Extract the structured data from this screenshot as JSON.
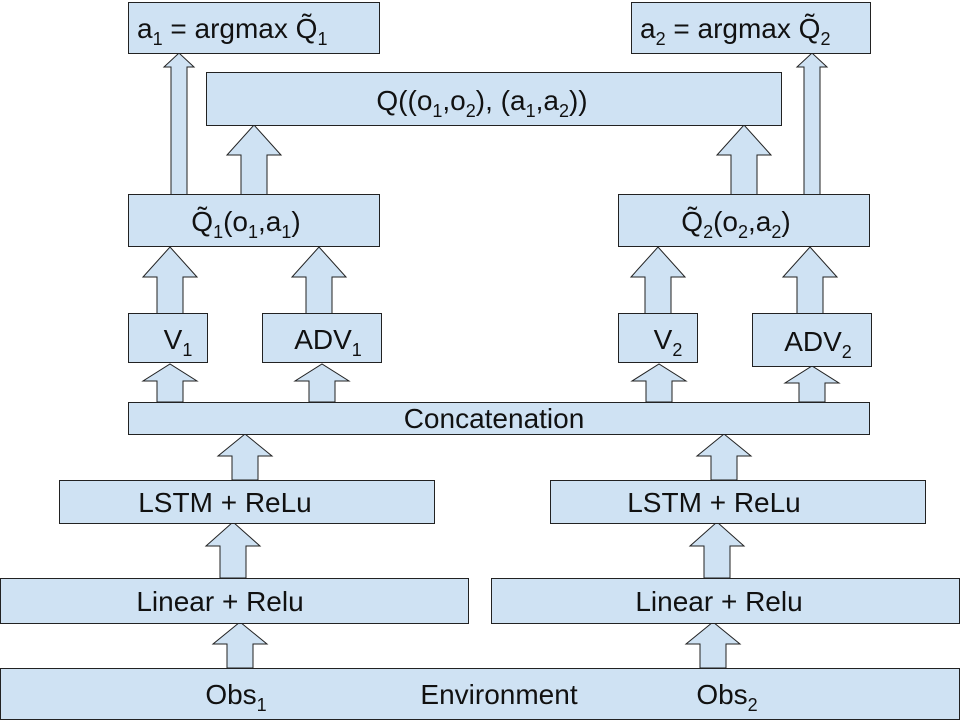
{
  "env": {
    "obs1_main": "Obs",
    "obs1_sub": "1",
    "env": "Environment",
    "obs2_main": "Obs",
    "obs2_sub": "2"
  },
  "linear": {
    "left": "Linear + Relu",
    "right": "Linear + Relu"
  },
  "lstm": {
    "left": "LSTM + ReLu",
    "right": "LSTM + ReLu"
  },
  "concat": "Concatenation",
  "v1": {
    "main": "V",
    "sub": "1"
  },
  "adv1": {
    "main": "ADV",
    "sub": "1"
  },
  "v2": {
    "main": "V",
    "sub": "2"
  },
  "adv2": {
    "main": "ADV",
    "sub": "2"
  },
  "qtilde1": {
    "q": "Q̃",
    "q_sub": "1",
    "open": "(o",
    "o_sub": "1",
    "mid": ",a",
    "a_sub": "1",
    "close": ")"
  },
  "qtilde2": {
    "q": "Q̃",
    "q_sub": "2",
    "open": "(o",
    "o_sub": "2",
    "mid": ",a",
    "a_sub": "2",
    "close": ")"
  },
  "joint_q": {
    "p1": "Q((o",
    "s1": "1",
    "p2": ",o",
    "s2": "2",
    "p3": "), (a",
    "s3": "1",
    "p4": ",a",
    "s4": "2",
    "p5": "))"
  },
  "out1": {
    "a": "a",
    "a_sub": "1",
    "eq": " = argmax ",
    "q": "Q̃",
    "q_sub": "1"
  },
  "out2": {
    "a": "a",
    "a_sub": "2",
    "eq": " = argmax ",
    "q": "Q̃",
    "q_sub": "2"
  }
}
